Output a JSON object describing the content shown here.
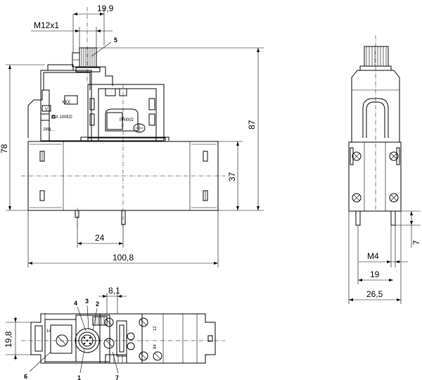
{
  "dimensions": {
    "connector_width": "19,9",
    "thread": "M12x1",
    "height_total_left": "78",
    "height_total_right": "87",
    "body_height": "37",
    "pin_offset": "24",
    "length": "100,8",
    "side_width_outer": "26,5",
    "side_width_inner": "19",
    "side_thread": "M4",
    "pin_length": "7",
    "pitch": "8,1",
    "base_height": "19,8"
  },
  "callouts": [
    "1",
    "2",
    "3",
    "4",
    "5",
    "6",
    "7"
  ],
  "label_texts": {
    "xxx": "XXX",
    "v": "V",
    "ma": "mA 100ED",
    "pri_small": "PRI...",
    "pri_part": "PRI002",
    "side_a": "14",
    "side_b": "12",
    "side_c": "84"
  }
}
